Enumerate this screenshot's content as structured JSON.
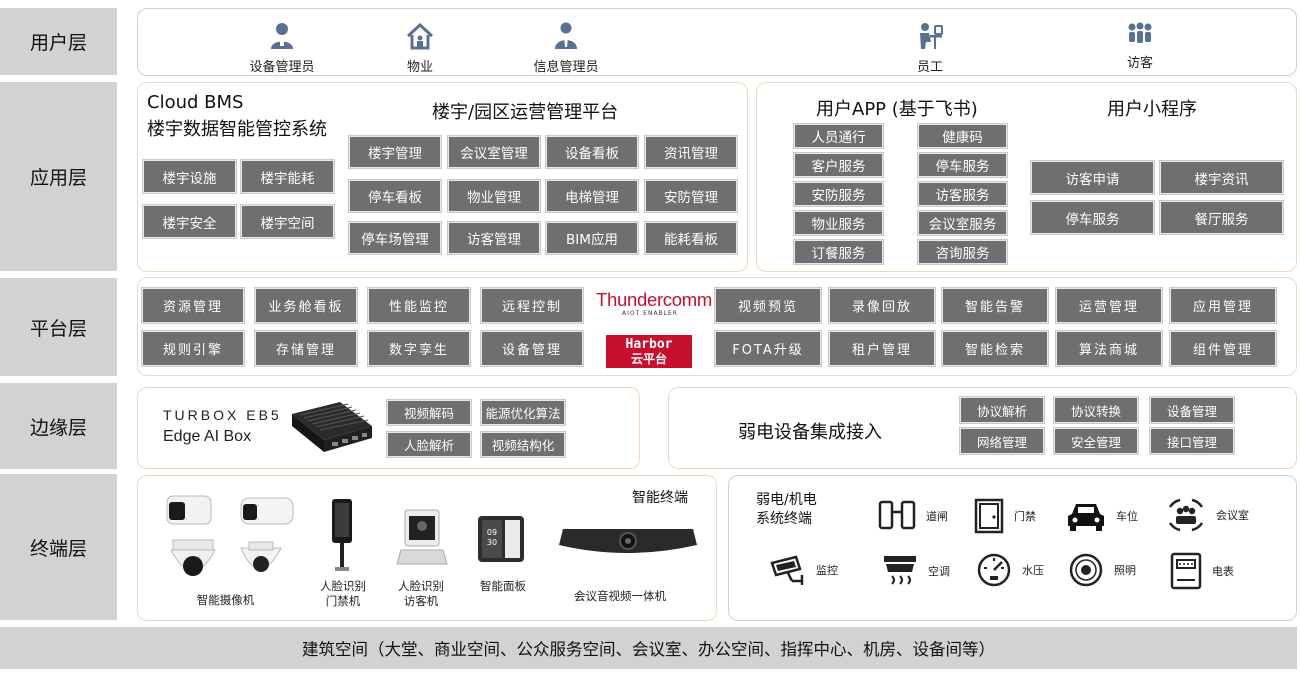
{
  "layers": {
    "user": "用户层",
    "app": "应用层",
    "platform": "平台层",
    "edge": "边缘层",
    "terminal": "终端层"
  },
  "users": [
    "设备管理员",
    "物业",
    "信息管理员",
    "员工",
    "访客"
  ],
  "app": {
    "bms_title": "Cloud BMS",
    "bms_subtitle": "楼宇数据智能管控系统",
    "bms_buttons": [
      "楼宇设施",
      "楼宇能耗",
      "楼宇安全",
      "楼宇空间"
    ],
    "ops_title": "楼宇/园区运营管理平台",
    "ops_buttons": [
      "楼宇管理",
      "会议室管理",
      "设备看板",
      "资讯管理",
      "停车看板",
      "物业管理",
      "电梯管理",
      "安防管理",
      "停车场管理",
      "访客管理",
      "BIM应用",
      "能耗看板"
    ],
    "userapp_title": "用户APP (基于飞书)",
    "userapp_col1": [
      "人员通行",
      "客户服务",
      "安防服务",
      "物业服务",
      "订餐服务"
    ],
    "userapp_col2": [
      "健康码",
      "停车服务",
      "访客服务",
      "会议室服务",
      "咨询服务"
    ],
    "mini_title": "用户小程序",
    "mini_buttons": [
      "访客申请",
      "楼宇资讯",
      "停车服务",
      "餐厅服务"
    ]
  },
  "platform": {
    "left_buttons": [
      "资源管理",
      "业务舱看板",
      "性能监控",
      "远程控制",
      "规则引擎",
      "存储管理",
      "数字孪生",
      "设备管理"
    ],
    "brand_name": "Thundercomm",
    "brand_tag": "AIOT ENABLER",
    "harbor_line1": "Harbor",
    "harbor_line2": "云平台",
    "right_buttons": [
      "视频预览",
      "录像回放",
      "智能告警",
      "运营管理",
      "应用管理",
      "FOTA升级",
      "租户管理",
      "智能检索",
      "算法商城",
      "组件管理"
    ]
  },
  "edge": {
    "turbox_line1": "TURBOX EB5",
    "turbox_line2": "Edge AI Box",
    "box_buttons": [
      "视频解码",
      "能源优化算法",
      "人脸解析",
      "视频结构化"
    ],
    "weak_title": "弱电设备集成接入",
    "weak_buttons": [
      "协议解析",
      "协议转换",
      "设备管理",
      "网络管理",
      "安全管理",
      "接口管理"
    ]
  },
  "terminal": {
    "smart_title": "智能终端",
    "devices": [
      "智能摄像机",
      "人脸识别\n门禁机",
      "人脸识别\n访客机",
      "智能面板",
      "会议音视频一体机"
    ],
    "panel_screen": "09\n30",
    "weak_title_line1": "弱电/机电",
    "weak_title_line2": "系统终端",
    "weak_icons": [
      "道闸",
      "门禁",
      "车位",
      "会议室",
      "监控",
      "空调",
      "水压",
      "照明",
      "电表"
    ]
  },
  "footer": "建筑空间（大堂、商业空间、公众服务空间、会议室、办公空间、指挥中心、机房、设备间等）",
  "colors": {
    "button": "#6f6f6f",
    "label_bg": "#d2d2d2",
    "panel_border": "#f1d6bf",
    "icon": "#5a7090",
    "brand_red": "#c8102e"
  },
  "icons": [
    "admin-icon",
    "house-icon",
    "info-admin-icon",
    "employee-desk-icon",
    "visitors-icon"
  ]
}
